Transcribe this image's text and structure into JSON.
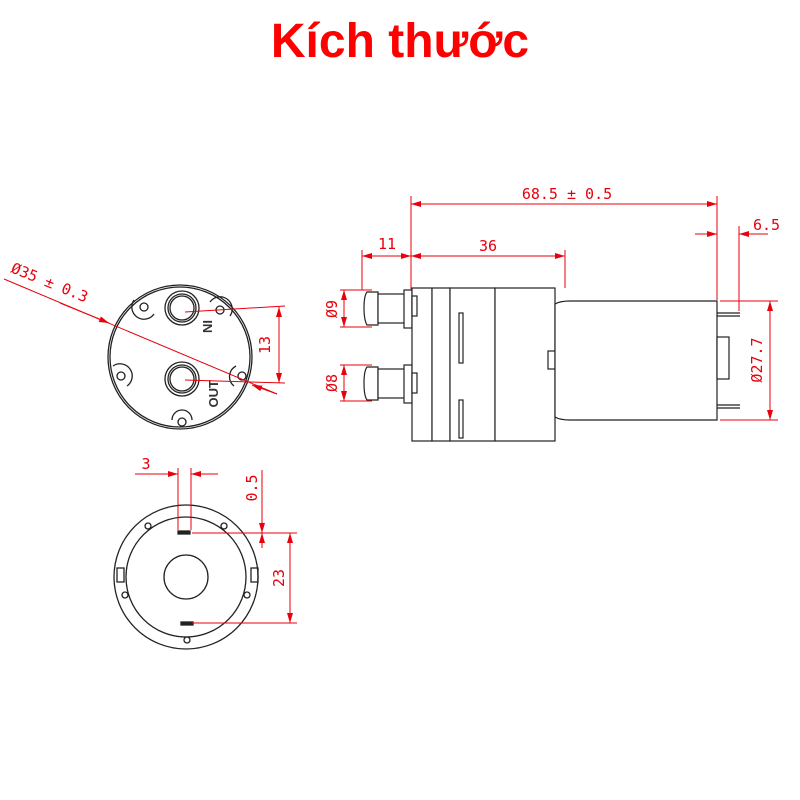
{
  "title": "Kích thước",
  "colors": {
    "title": "#ff0000",
    "dimension": "#e8000c",
    "outline": "#222222"
  },
  "front_view": {
    "diameter_label": "Ø35 ± 0.3",
    "port_spacing_label": "13",
    "in_label": "IN",
    "out_label": "OUT"
  },
  "side_view": {
    "overall_length_label": "68.5 ± 0.5",
    "terminal_length_label": "6.5",
    "nozzle_length_label": "11",
    "pump_head_length_label": "36",
    "inlet_diameter_label": "Ø9",
    "outlet_diameter_label": "Ø8",
    "motor_diameter_label": "Ø27.7"
  },
  "rear_view": {
    "terminal_width_label": "3",
    "terminal_offset_label": "0.5",
    "terminal_spacing_label": "23"
  }
}
